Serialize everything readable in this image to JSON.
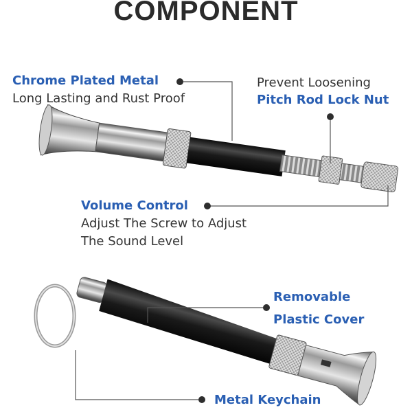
{
  "title": "COMPONENT",
  "callouts": {
    "chrome": {
      "title": "Chrome Plated Metal",
      "desc": "Long Lasting and Rust Proof"
    },
    "lock": {
      "subtitle": "Prevent Loosening",
      "title": "Pitch Rod Lock Nut"
    },
    "volume": {
      "title": "Volume Control",
      "line1": "Adjust The Screw to Adjust",
      "line2": "The Sound Level"
    },
    "cover": {
      "line1": "Removable",
      "line2": "Plastic Cover"
    },
    "keychain": {
      "title": "Metal Keychain"
    }
  },
  "colors": {
    "accent": "#2a5fb3",
    "title": "#2b2b2b",
    "text": "#333333"
  }
}
